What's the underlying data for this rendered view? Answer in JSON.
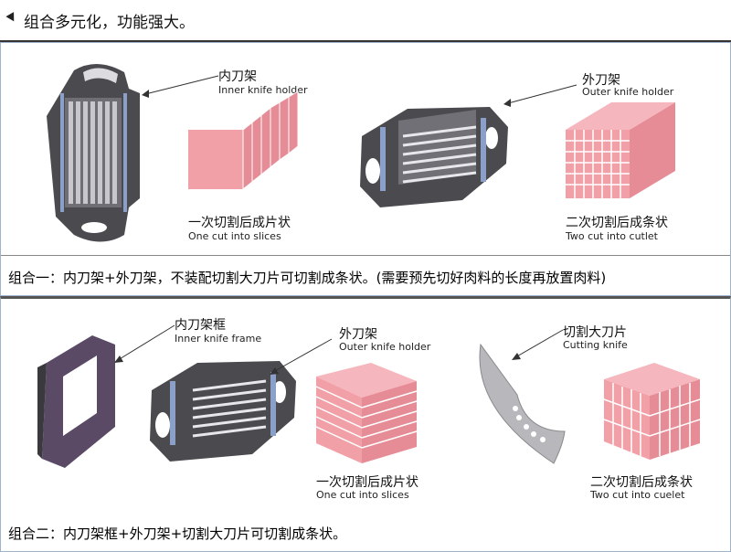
{
  "header": {
    "title": "组合多元化，功能强大。"
  },
  "panel1": {
    "inner_holder": {
      "cn": "内刀架",
      "en": "Inner knife holder"
    },
    "outer_holder": {
      "cn": "外刀架",
      "en": "Outer knife holder"
    },
    "slices": {
      "cn": "一次切割后成片状",
      "en": "One cut into slices"
    },
    "cutlet": {
      "cn": "二次切割后成条状",
      "en": "Two cut into cutlet"
    },
    "caption": "组合一：内刀架+外刀架，不装配切割大刀片可切割成条状。(需要预先切好肉料的长度再放置肉料)"
  },
  "panel2": {
    "inner_frame": {
      "cn": "内刀架框",
      "en": "Inner knife frame"
    },
    "outer_holder": {
      "cn": "外刀架",
      "en": "Outer knife holder"
    },
    "cutting_knife": {
      "cn": "切割大刀片",
      "en": "Cutting knife"
    },
    "slices": {
      "cn": "一次切割后成片状",
      "en": "One cut into slices"
    },
    "cuelet": {
      "cn": "二次切割后成条状",
      "en": "Two cut into cuelet"
    },
    "caption": "组合二：内刀架框+外刀架+切割大刀片可切割成条状。"
  },
  "colors": {
    "metal": "#4a4a4f",
    "meat": "#f2a0a8",
    "meat_dark": "#d9727e"
  }
}
